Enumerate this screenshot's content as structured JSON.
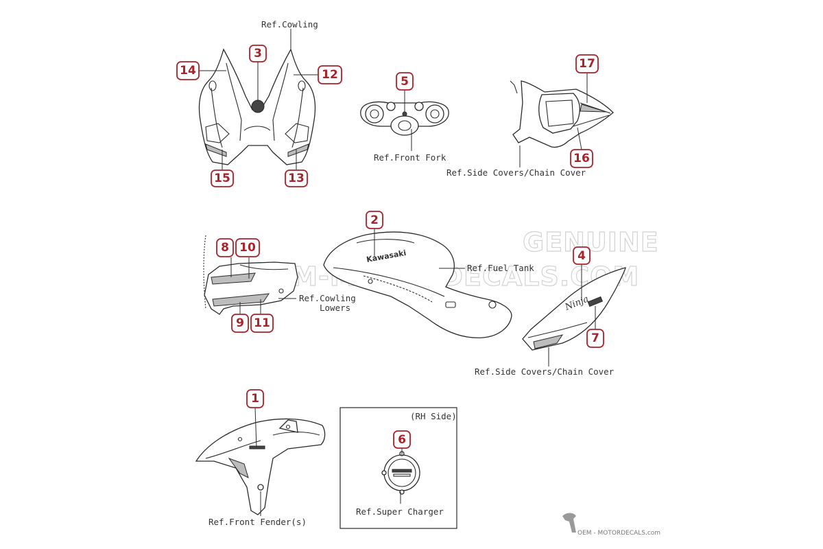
{
  "refs": {
    "cowling": "Ref.Cowling",
    "front_fork": "Ref.Front Fork",
    "side_covers_top": "Ref.Side Covers/Chain Cover",
    "fuel_tank": "Ref.Fuel Tank",
    "cowling_lowers_1": "Ref.Cowling",
    "cowling_lowers_2": "Lowers",
    "side_covers_mid": "Ref.Side Covers/Chain Cover",
    "front_fender": "Ref.Front Fender(s)",
    "super_charger": "Ref.Super Charger",
    "rh_side": "(RH Side)"
  },
  "badges": {
    "b1": "1",
    "b2": "2",
    "b3": "3",
    "b4": "4",
    "b5": "5",
    "b6": "6",
    "b7": "7",
    "b8": "8",
    "b9": "9",
    "b10": "10",
    "b11": "11",
    "b12": "12",
    "b13": "13",
    "b14": "14",
    "b15": "15",
    "b16": "16",
    "b17": "17"
  },
  "decals": {
    "tank_brand": "Kawasaki",
    "side_model": "Ninja"
  },
  "watermark": {
    "line1": "GENUINE",
    "line2": "OEM-MOTORDECALS.COM"
  },
  "footer": {
    "brand": "OEM - MOTORDECALS.com"
  },
  "colors": {
    "badge": "#a8232b",
    "line": "#2a2a2a"
  }
}
